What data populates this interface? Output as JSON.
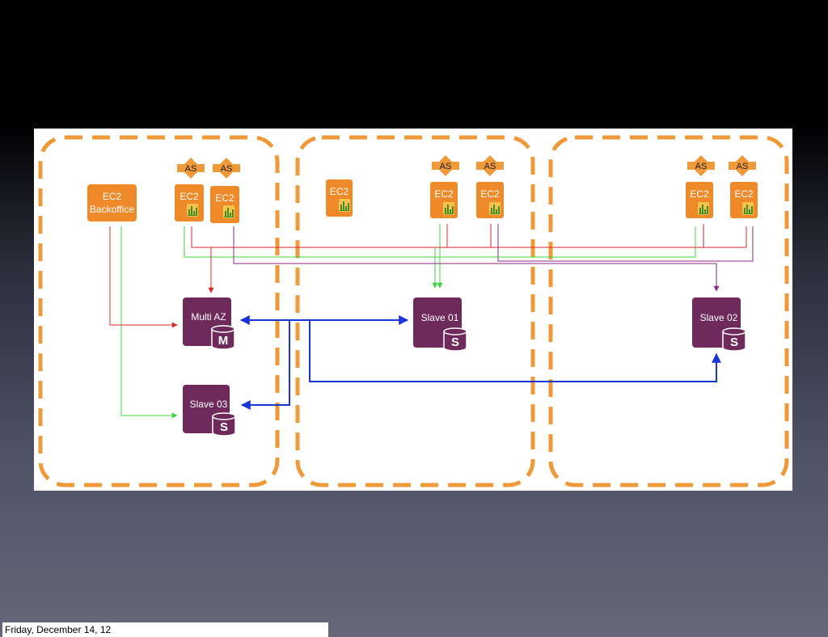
{
  "footer": {
    "text": "Friday, December 14, 12"
  },
  "colors": {
    "zone_border": "#ef9a3a",
    "ec2": "#ef8a2a",
    "db": "#6e2a5a",
    "red_link": "#d72a2a",
    "green_link": "#3fd43f",
    "purple_link": "#8a2a8a",
    "blue_link": "#1a35d6"
  },
  "diagram": {
    "zones": [
      {
        "backoffice": {
          "line1": "EC2",
          "line2": "Backoffice"
        },
        "as": [
          "AS",
          "AS"
        ],
        "ec2": [
          "EC2",
          "EC2"
        ],
        "db_master": {
          "label": "Multi AZ",
          "badge": "M"
        },
        "db_slave": {
          "label": "Slave 03",
          "badge": "S"
        }
      },
      {
        "standalone_ec2": "EC2",
        "as": [
          "AS",
          "AS"
        ],
        "ec2": [
          "EC2",
          "EC2"
        ],
        "db_slave": {
          "label": "Slave 01",
          "badge": "S"
        }
      },
      {
        "as": [
          "AS",
          "AS"
        ],
        "ec2": [
          "EC2",
          "EC2"
        ],
        "db_slave": {
          "label": "Slave 02",
          "badge": "S"
        }
      }
    ]
  }
}
